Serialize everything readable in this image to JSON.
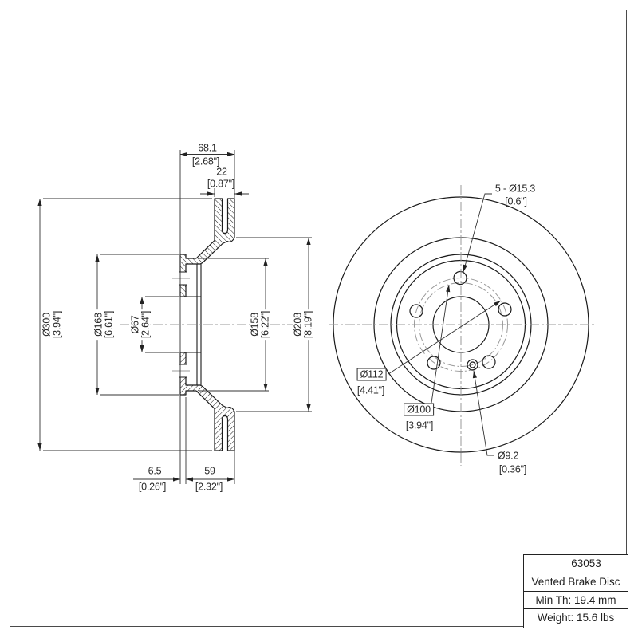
{
  "colors": {
    "ink": "#1a1a1a",
    "dim_line": "#333333",
    "centerline": "#999999",
    "background": "#ffffff"
  },
  "section_view": {
    "dims": {
      "overall_width": {
        "value": "68.1",
        "inch": "[2.68\"]"
      },
      "ring_thickness": {
        "value": "22",
        "inch": "[0.87\"]"
      },
      "outer_diameter": {
        "value": "Ø300",
        "inch": "[3.94\"]"
      },
      "flange_diameter": {
        "value": "Ø168",
        "inch": "[6.61\"]"
      },
      "bore_diameter": {
        "value": "Ø67",
        "inch": "[2.64\"]"
      },
      "hat_diameter": {
        "value": "Ø158",
        "inch": "[6.22\"]"
      },
      "ring_inner_diameter": {
        "value": "Ø208",
        "inch": "[8.19\"]"
      },
      "flange_offset": {
        "value": "6.5",
        "inch": "[0.26\"]"
      },
      "hat_depth": {
        "value": "59",
        "inch": "[2.32\"]"
      }
    }
  },
  "front_view": {
    "dims": {
      "bolt_holes": {
        "value": "5 - Ø15.3",
        "inch": "[0.6\"]"
      },
      "bolt_circle": {
        "value": "Ø112",
        "inch": "[4.41\"]"
      },
      "set_screw_circle": {
        "value": "Ø100",
        "inch": "[3.94\"]"
      },
      "set_screw_hole": {
        "value": "Ø9.2",
        "inch": "[0.36\"]"
      }
    }
  },
  "title_block": {
    "rows": [
      "63053",
      "Vented Brake Disc",
      "Min Th: 19.4 mm",
      "Weight: 15.6 lbs"
    ]
  }
}
